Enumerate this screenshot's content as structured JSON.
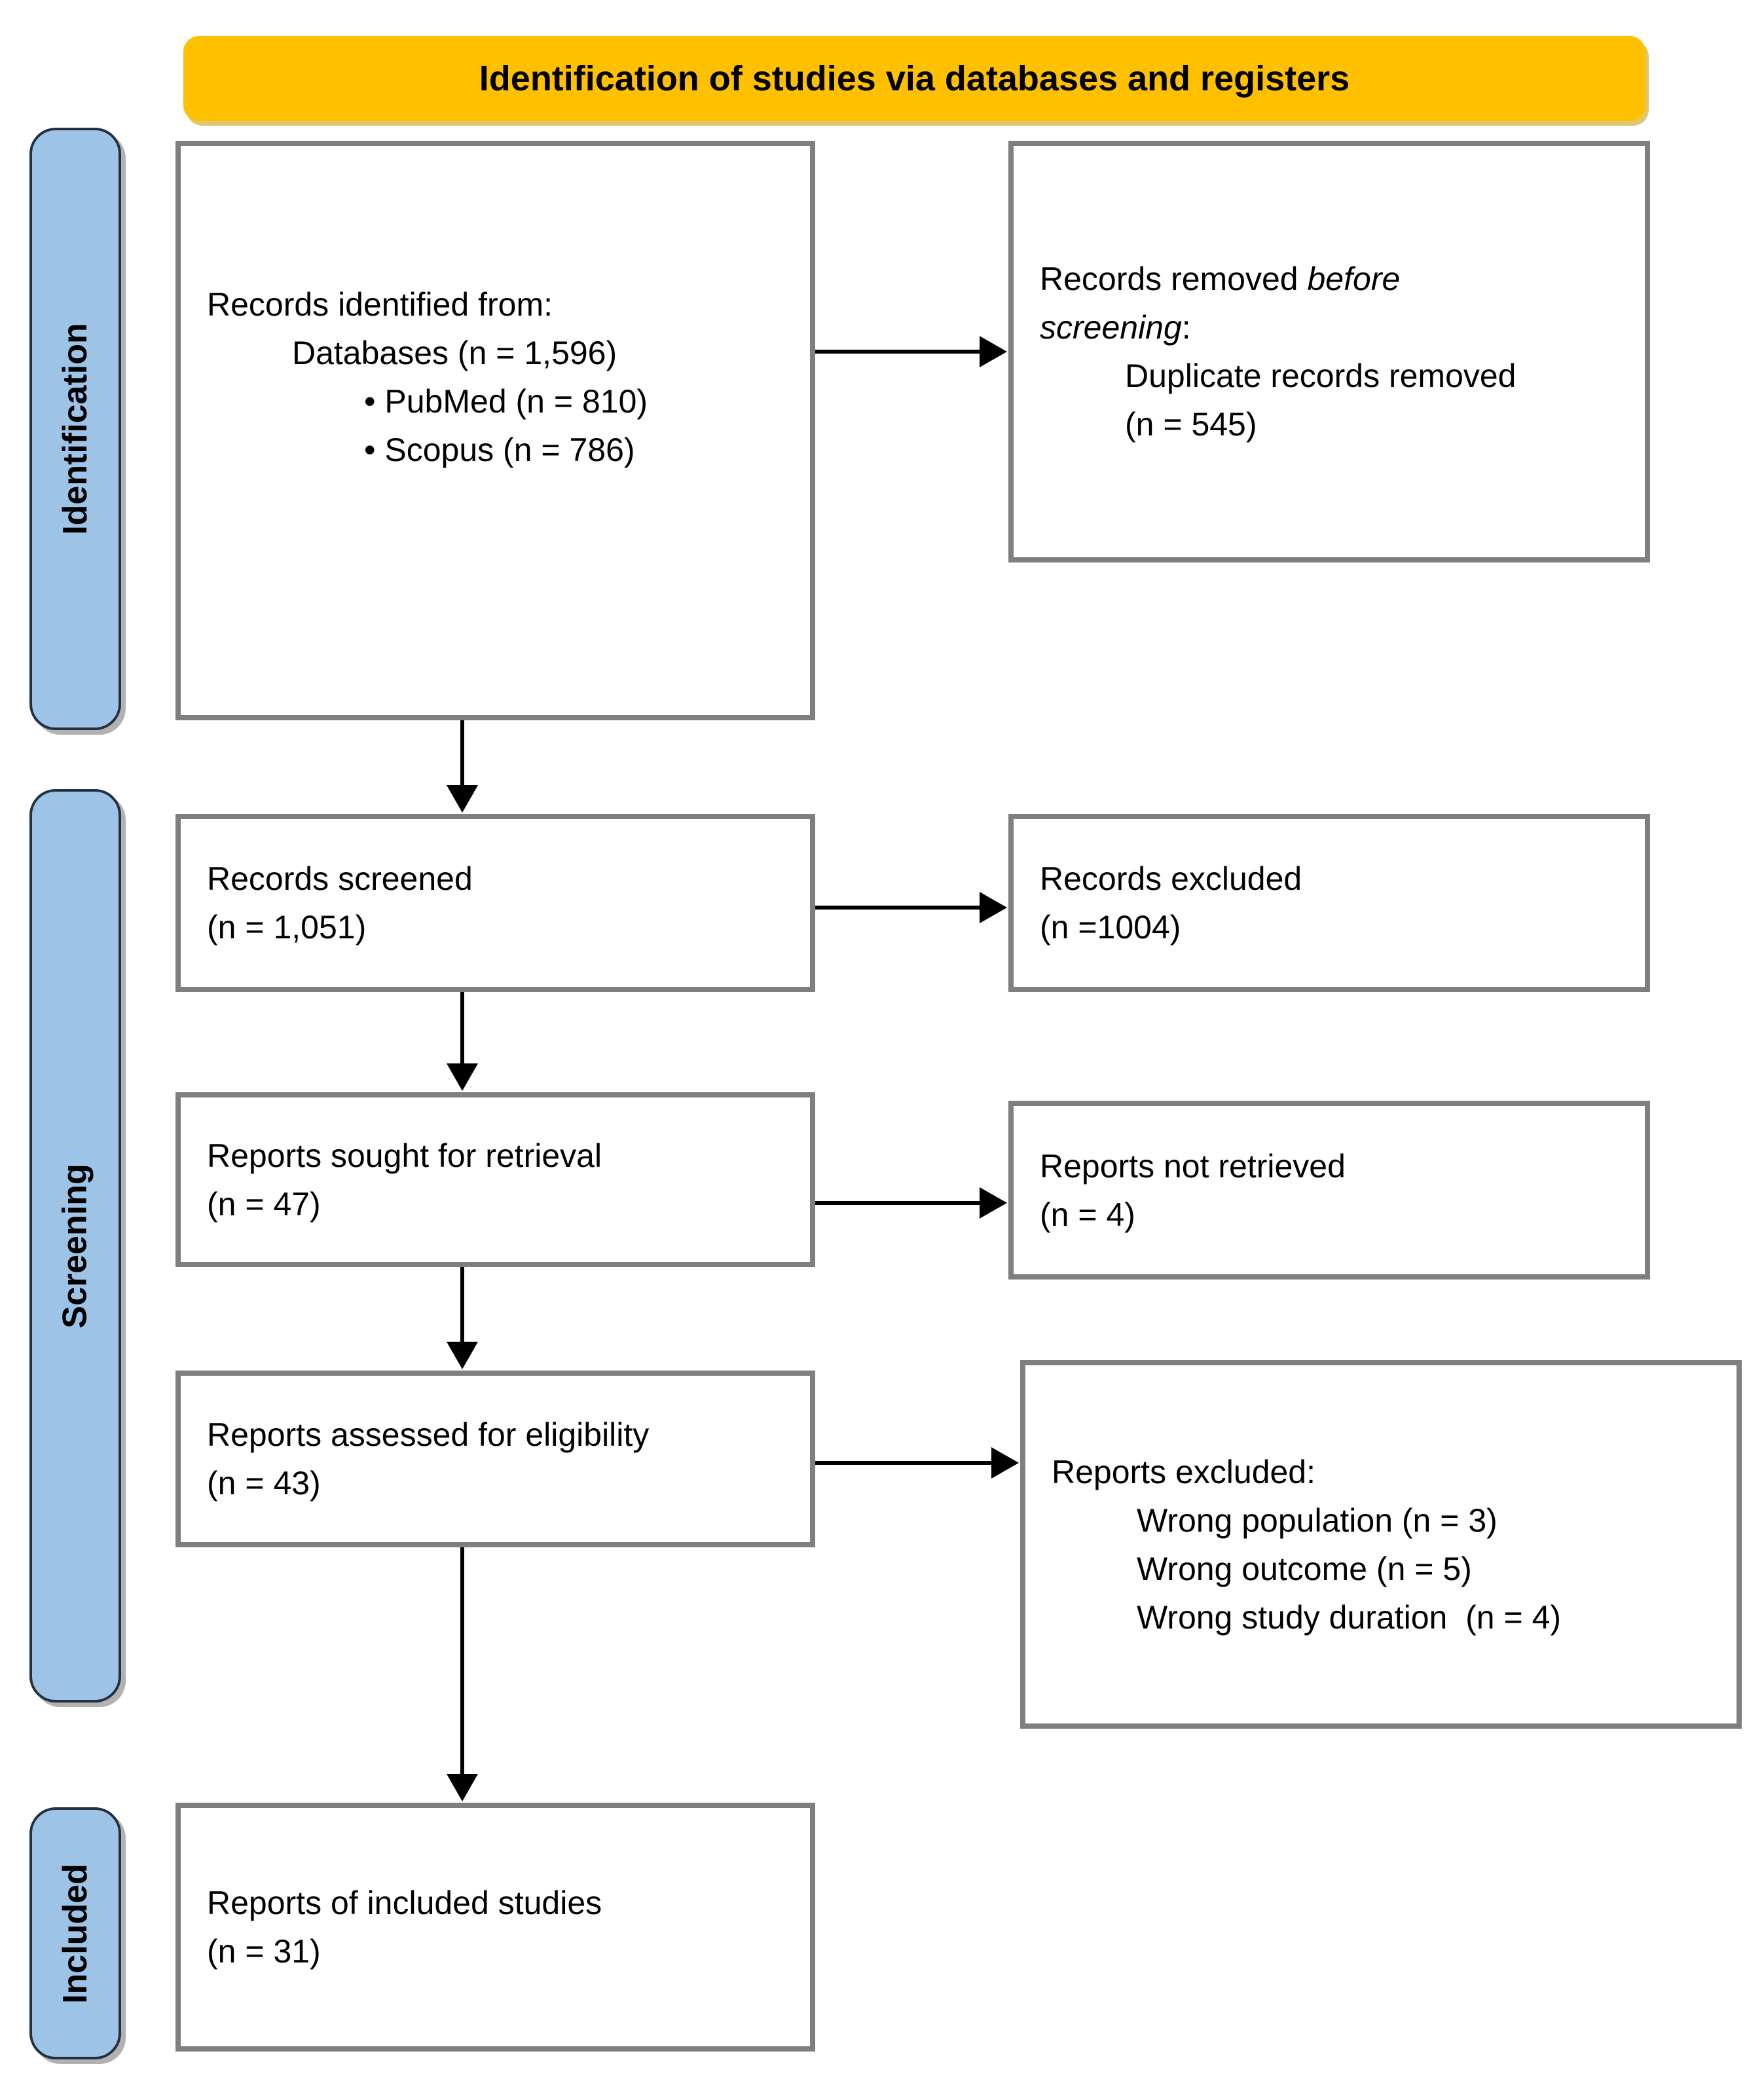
{
  "banner": {
    "title": "Identification of studies via databases and registers",
    "bg_color": "#FFC000"
  },
  "stages": [
    {
      "label": "Identification"
    },
    {
      "label": "Screening"
    },
    {
      "label": "Included"
    }
  ],
  "left_boxes": [
    {
      "name": "records-identified",
      "lines": [
        "Records identified from:",
        "Databases (n = 1,596)",
        "• PubMed (n = 810)",
        "• Scopus (n = 786)"
      ]
    },
    {
      "name": "records-screened",
      "lines": [
        "Records screened",
        "(n = 1,051)"
      ]
    },
    {
      "name": "reports-sought-for-retrieval",
      "lines": [
        "Reports sought for retrieval",
        "(n = 47)"
      ]
    },
    {
      "name": "reports-assessed-for-eligibility",
      "lines": [
        "Reports assessed for eligibility",
        "(n = 43)"
      ]
    },
    {
      "name": "reports-of-included-studies",
      "lines": [
        "Reports of included studies",
        "(n = 31)"
      ]
    }
  ],
  "right_boxes": [
    {
      "name": "records-removed-before-screening",
      "line1_normal": "Records removed ",
      "line1_italic": "before",
      "line2_italic": "screening",
      "line2_normal": ":",
      "lines": [
        "Duplicate records removed",
        "(n = 545)"
      ]
    },
    {
      "name": "records-excluded",
      "lines": [
        "Records excluded",
        "(n =1004)"
      ]
    },
    {
      "name": "reports-not-retrieved",
      "lines": [
        "Reports not retrieved",
        "(n = 4)"
      ]
    },
    {
      "name": "reports-excluded-reasons",
      "lines": [
        "Reports excluded:",
        "Wrong population (n = 3)",
        "Wrong outcome (n = 5)",
        "Wrong study duration  (n = 4)"
      ]
    }
  ],
  "colors": {
    "banner_bg": "#FFC000",
    "stage_bg": "#9DC3E6",
    "box_border": "#7F7F7F",
    "arrow": "#000000"
  }
}
